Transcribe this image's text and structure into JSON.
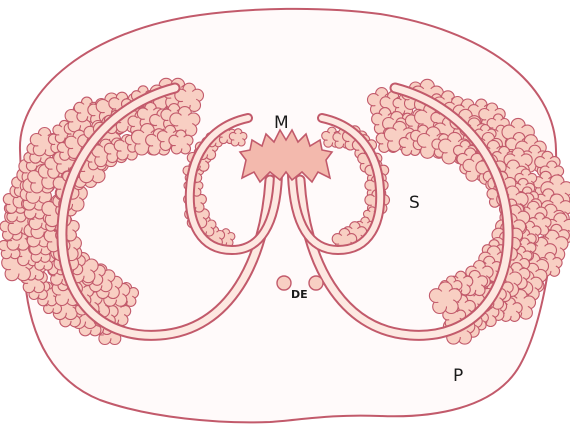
{
  "figure": {
    "labels": {
      "m": "M",
      "s": "S",
      "de": "DE",
      "p": "P"
    }
  },
  "colors": {
    "outline": "#c25a6b",
    "fill": "#fde8e1",
    "gland_fill": "#f8cfc3",
    "gland_stroke": "#c25a6b",
    "background": "#ffffff"
  }
}
